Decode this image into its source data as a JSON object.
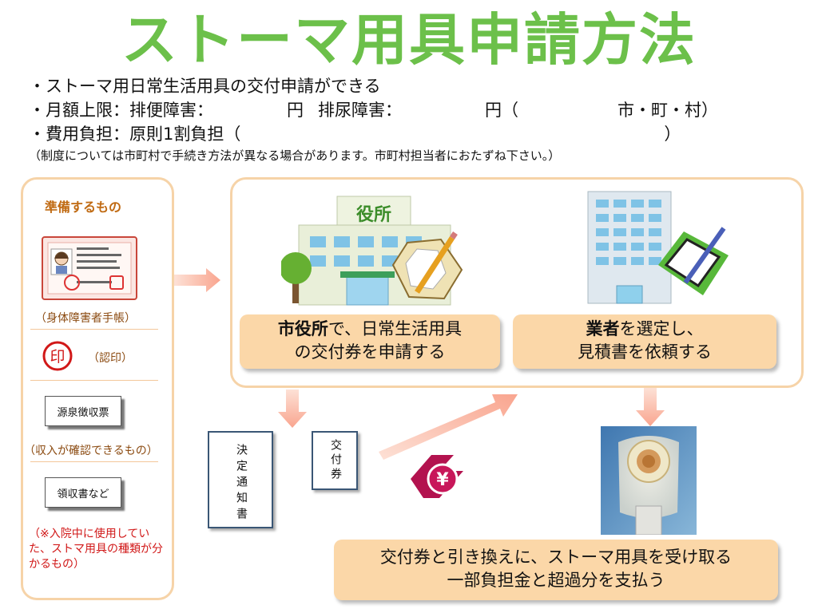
{
  "title": "ストーマ用具申請方法",
  "info": {
    "line1": "・ストーマ用日常生活用具の交付申請ができる",
    "line2_a": "・月額上限：排便障害：",
    "line2_b": "円",
    "line2_c": "排尿障害：",
    "line2_d": "円（",
    "line2_e": "市・町・村）",
    "line3_a": "・費用負担：原則1割負担（",
    "line3_b": "）",
    "note": "（制度については市町村で手続き方法が異なる場合があります。市町村担当者におたずね下さい。）"
  },
  "prepare": {
    "header": "準備するもの",
    "notebook_label": "（身体障害者手帳）",
    "seal_char": "印",
    "seal_label": "（認印）",
    "withholding_doc": "源泉徴収票",
    "withholding_label": "（収入が確認できるもの）",
    "receipt_doc": "領収書など",
    "receipt_note": "（※入院中に使用していた、ストマ用具の種類が分かるもの）"
  },
  "steps": {
    "city_sign": "役所",
    "city_bold": "市役所",
    "city_rest1": "で、日常生活用具",
    "city_rest2": "の交付券を申請する",
    "vendor_bold": "業者",
    "vendor_rest1": "を選定し、",
    "vendor_rest2": "見積書を依頼する",
    "decision_doc": "決定通知書",
    "voucher_doc": "交付券",
    "yen_symbol": "¥",
    "final_line1": "交付券と引き換えに、ストーマ用具を受け取る",
    "final_line2": "一部負担金と超過分を支払う"
  },
  "colors": {
    "title_green": "#6cc04a",
    "box_border": "#f6d3a8",
    "caption_bg": "#fbd7a8",
    "arrow_pink": "#f9a58f",
    "note_red": "#d11818"
  }
}
